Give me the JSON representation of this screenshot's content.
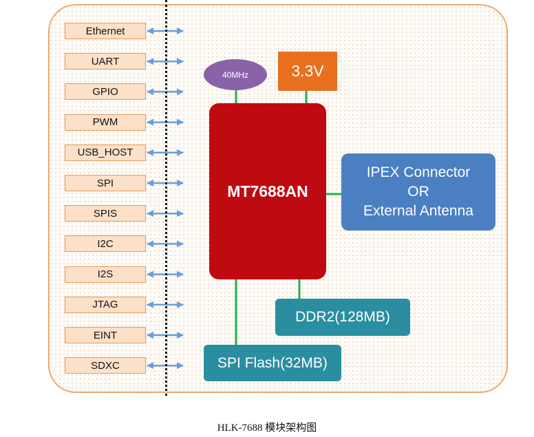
{
  "interfaces": [
    "Ethernet",
    "UART",
    "GPIO",
    "PWM",
    "USB_HOST",
    "SPI",
    "SPIS",
    "I2C",
    "I2S",
    "JTAG",
    "EINT",
    "SDXC"
  ],
  "oscillator": "40MHz",
  "power": "3.3V",
  "chip": "MT7688AN",
  "antenna": {
    "line1": "IPEX Connector",
    "line2": "OR",
    "line3": "External Antenna"
  },
  "ddr": "DDR2(128MB)",
  "flash": "SPI Flash(32MB)",
  "caption": "HLK-7688 模块架构图",
  "colors": {
    "board_border": "#f0a868",
    "interface_fill": "#fce0c8",
    "arrow": "#6a9fd8",
    "wire": "#22b14c",
    "oscillator": "#8a62a8",
    "power": "#e8701e",
    "chip": "#c00a12",
    "antenna": "#4a7fc2",
    "memory": "#2a8ea0"
  }
}
